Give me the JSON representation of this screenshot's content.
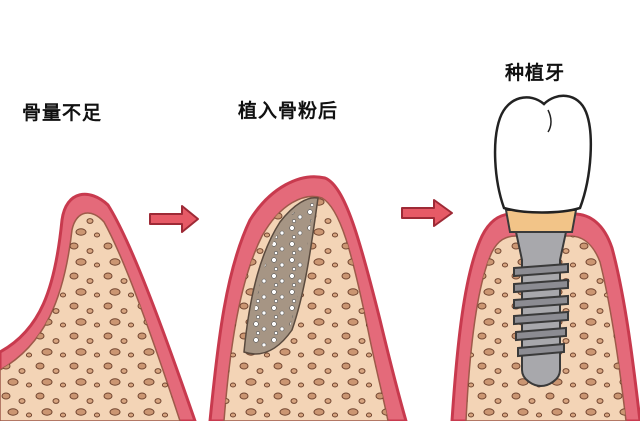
{
  "stages": [
    {
      "label": "骨量不足"
    },
    {
      "label": "植入骨粉后"
    },
    {
      "label": "种植牙"
    }
  ],
  "colors": {
    "gum": "#e46a7a",
    "gum_outline": "#c83a4e",
    "bone": "#f3d4b6",
    "bone_spots": "#c9936e",
    "arrow": "#e65a66",
    "graft": "#a69584",
    "crown": "#ffffff",
    "abutment": "#f2c488",
    "implant": "#a8a8ac"
  }
}
